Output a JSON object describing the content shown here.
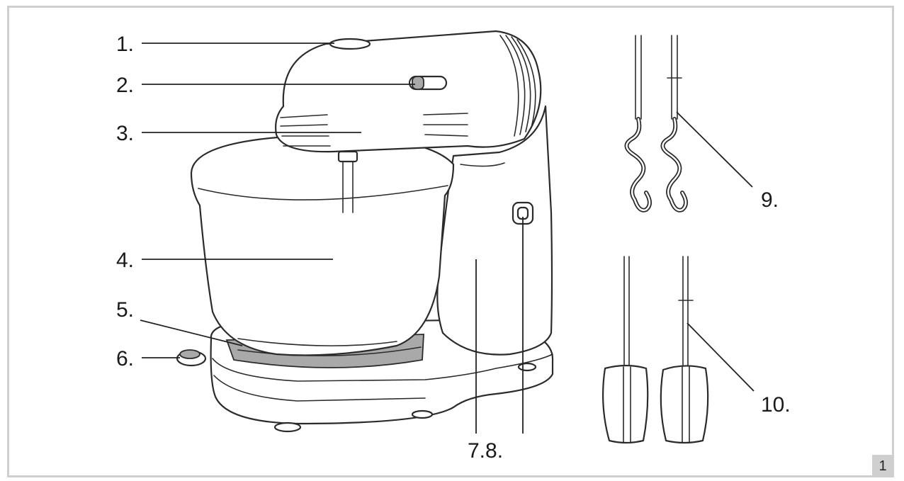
{
  "labels": {
    "part1": "1.",
    "part2": "2.",
    "part3": "3.",
    "part4": "4.",
    "part5": "5.",
    "part6": "6.",
    "part78": "7.8.",
    "part9": "9.",
    "part10": "10."
  },
  "page_number": "1",
  "colors": {
    "line": "#2b2b2b",
    "ring_fill": "#a9a9a9",
    "frame": "#cfcfcf"
  }
}
